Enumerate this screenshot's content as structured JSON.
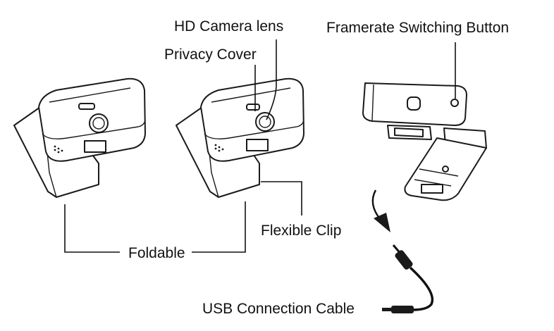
{
  "labels": {
    "hd_camera_lens": "HD Camera lens",
    "privacy_cover": "Privacy Cover",
    "framerate_button": "Framerate Switching Button",
    "flexible_clip": "Flexible Clip",
    "foldable": "Foldable",
    "usb_cable": "USB Connection Cable"
  },
  "icons": [
    "webcam-front-icon",
    "webcam-front-icon",
    "webcam-rear-icon",
    "usb-cable-icon",
    "curved-arrow-icon"
  ],
  "colors": {
    "line": "#111111",
    "background": "#ffffff"
  }
}
